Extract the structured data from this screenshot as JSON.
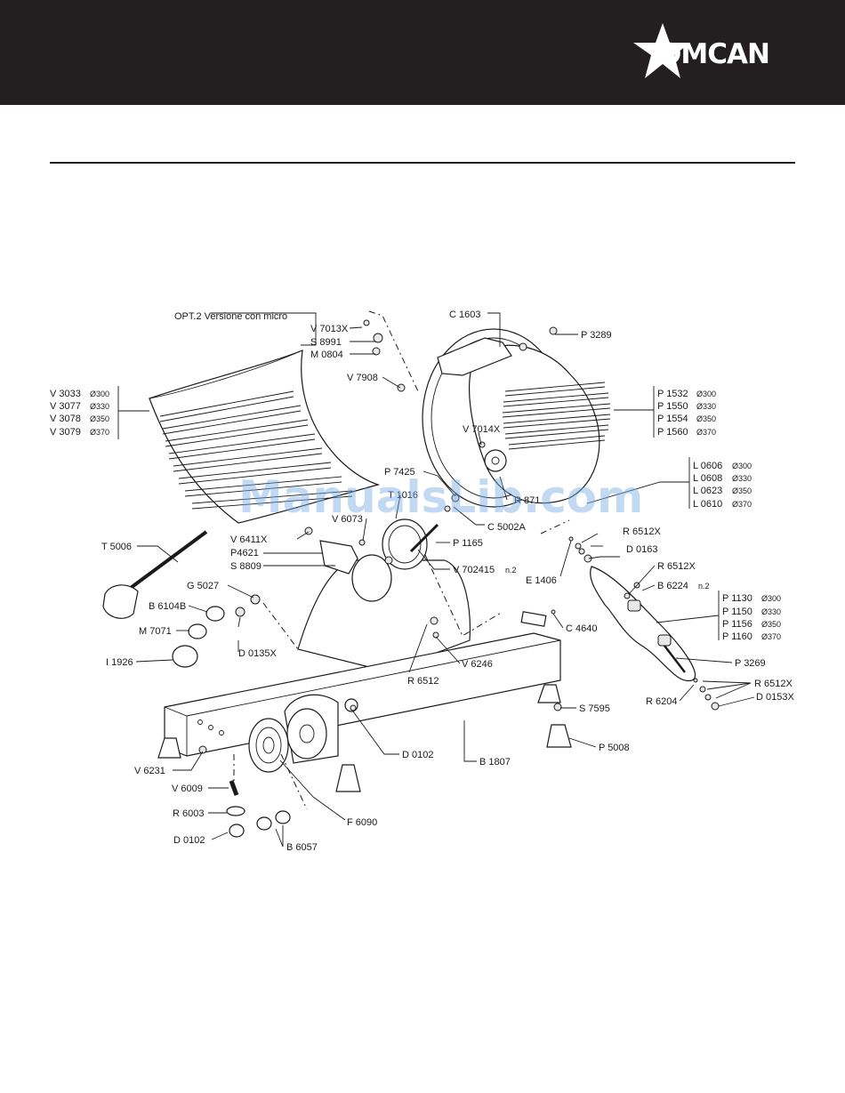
{
  "brand": {
    "name": "OMCAN"
  },
  "watermark": "ManualsLib.com",
  "options": {
    "heading": "OPT.2  Versione con micro",
    "items": [
      "V 7013X",
      "S 8991",
      "M 0804"
    ]
  },
  "groups": [
    {
      "id": "g_v30",
      "rows": [
        {
          "code": "V 3033",
          "size": "Ø300"
        },
        {
          "code": "V 3077",
          "size": "Ø330"
        },
        {
          "code": "V 3078",
          "size": "Ø350"
        },
        {
          "code": "V 3079",
          "size": "Ø370"
        }
      ]
    },
    {
      "id": "g_p15",
      "rows": [
        {
          "code": "P 1532",
          "size": "Ø300"
        },
        {
          "code": "P 1550",
          "size": "Ø330"
        },
        {
          "code": "P 1554",
          "size": "Ø350"
        },
        {
          "code": "P 1560",
          "size": "Ø370"
        }
      ]
    },
    {
      "id": "g_l06",
      "rows": [
        {
          "code": "L 0606",
          "size": "Ø300"
        },
        {
          "code": "L 0608",
          "size": "Ø330"
        },
        {
          "code": "L 0623",
          "size": "Ø350"
        },
        {
          "code": "L 0610",
          "size": "Ø370"
        }
      ]
    },
    {
      "id": "g_p11",
      "rows": [
        {
          "code": "P 1130",
          "size": "Ø300"
        },
        {
          "code": "P 1150",
          "size": "Ø330"
        },
        {
          "code": "P 1156",
          "size": "Ø350"
        },
        {
          "code": "P 1160",
          "size": "Ø370"
        }
      ]
    }
  ],
  "labels": [
    "C 1603",
    "P 3289",
    "V 7908",
    "V 7014X",
    "P 7425",
    "T 1016",
    "R 871",
    "C 5002A",
    "V 6073",
    "V 6411X",
    "P4621",
    "S 8809",
    "P 1165",
    "V 702415",
    "n.2",
    "T 5006",
    "G 5027",
    "B 6104B",
    "M 7071",
    "I 1926",
    "D 0135X",
    "R 6512X",
    "D 0163",
    "E 1406",
    "R 6512X",
    "B 6224",
    "n.2",
    "C 4640",
    "V 6246",
    "R 6512",
    "P 3269",
    "R 6512X",
    "R 6204",
    "D 0153X",
    "S 7595",
    "P 5008",
    "D 0102",
    "B 1807",
    "V 6231",
    "V 6009",
    "R 6003",
    "D 0102",
    "F 6090",
    "B 6057"
  ]
}
